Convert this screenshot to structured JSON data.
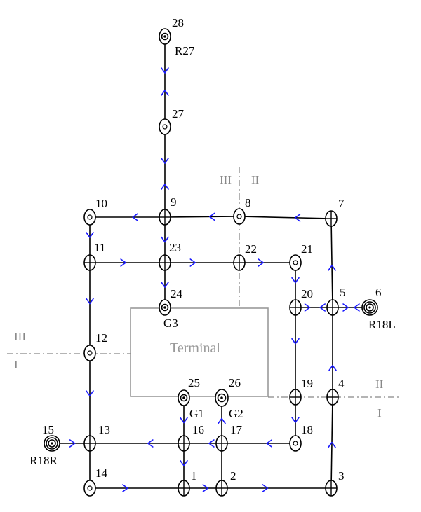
{
  "terminal": {
    "label": "Terminal"
  },
  "sectors": {
    "III_I_left_top": "III",
    "III_I_left_bottom": "I",
    "III_II_top_left": "III",
    "III_II_top_right": "II",
    "II_I_right_top": "II",
    "II_I_right_bottom": "I"
  },
  "nodes": [
    {
      "id": "1",
      "label": "1",
      "type": "junction"
    },
    {
      "id": "2",
      "label": "2",
      "type": "junction"
    },
    {
      "id": "3",
      "label": "3",
      "type": "junction"
    },
    {
      "id": "4",
      "label": "4",
      "type": "junction"
    },
    {
      "id": "5",
      "label": "5",
      "type": "junction"
    },
    {
      "id": "6",
      "label": "6",
      "type": "runway",
      "tag": "R18L"
    },
    {
      "id": "7",
      "label": "7",
      "type": "junction"
    },
    {
      "id": "8",
      "label": "8",
      "type": "stop"
    },
    {
      "id": "9",
      "label": "9",
      "type": "junction"
    },
    {
      "id": "10",
      "label": "10",
      "type": "stop"
    },
    {
      "id": "11",
      "label": "11",
      "type": "junction"
    },
    {
      "id": "12",
      "label": "12",
      "type": "stop"
    },
    {
      "id": "13",
      "label": "13",
      "type": "junction"
    },
    {
      "id": "14",
      "label": "14",
      "type": "stop"
    },
    {
      "id": "15",
      "label": "15",
      "type": "runway",
      "tag": "R18R"
    },
    {
      "id": "16",
      "label": "16",
      "type": "junction"
    },
    {
      "id": "17",
      "label": "17",
      "type": "junction"
    },
    {
      "id": "18",
      "label": "18",
      "type": "stop"
    },
    {
      "id": "19",
      "label": "19",
      "type": "junction"
    },
    {
      "id": "20",
      "label": "20",
      "type": "junction"
    },
    {
      "id": "21",
      "label": "21",
      "type": "stop"
    },
    {
      "id": "22",
      "label": "22",
      "type": "junction"
    },
    {
      "id": "23",
      "label": "23",
      "type": "junction"
    },
    {
      "id": "24",
      "label": "24",
      "type": "gate",
      "tag": "G3"
    },
    {
      "id": "25",
      "label": "25",
      "type": "gate",
      "tag": "G1"
    },
    {
      "id": "26",
      "label": "26",
      "type": "gate2",
      "tag": "G2"
    },
    {
      "id": "27",
      "label": "27",
      "type": "stop"
    },
    {
      "id": "28",
      "label": "28",
      "type": "gate",
      "tag": "R27"
    }
  ],
  "edges": [
    [
      "28",
      "27"
    ],
    [
      "27",
      "9"
    ],
    [
      "9",
      "23"
    ],
    [
      "23",
      "24"
    ],
    [
      "10",
      "9"
    ],
    [
      "9",
      "8"
    ],
    [
      "8",
      "7"
    ],
    [
      "7",
      "5"
    ],
    [
      "5",
      "4"
    ],
    [
      "4",
      "3"
    ],
    [
      "10",
      "11"
    ],
    [
      "11",
      "12"
    ],
    [
      "12",
      "13"
    ],
    [
      "13",
      "14"
    ],
    [
      "11",
      "23"
    ],
    [
      "23",
      "22"
    ],
    [
      "22",
      "21"
    ],
    [
      "21",
      "20"
    ],
    [
      "20",
      "19"
    ],
    [
      "19",
      "18"
    ],
    [
      "20",
      "5"
    ],
    [
      "5",
      "6"
    ],
    [
      "15",
      "13"
    ],
    [
      "13",
      "16"
    ],
    [
      "16",
      "17"
    ],
    [
      "17",
      "18"
    ],
    [
      "25",
      "16"
    ],
    [
      "16",
      "1"
    ],
    [
      "26",
      "17"
    ],
    [
      "17",
      "2"
    ],
    [
      "14",
      "1"
    ],
    [
      "1",
      "2"
    ],
    [
      "2",
      "3"
    ]
  ],
  "arrows": [
    {
      "edge": [
        "28",
        "27"
      ],
      "t": 0.38,
      "dir": "down"
    },
    {
      "edge": [
        "28",
        "27"
      ],
      "t": 0.62,
      "dir": "up"
    },
    {
      "edge": [
        "27",
        "9"
      ],
      "t": 0.38,
      "dir": "down"
    },
    {
      "edge": [
        "27",
        "9"
      ],
      "t": 0.66,
      "dir": "up"
    },
    {
      "edge": [
        "9",
        "23"
      ],
      "t": 0.5,
      "dir": "down"
    },
    {
      "edge": [
        "23",
        "24"
      ],
      "t": 0.5,
      "dir": "down"
    },
    {
      "edge": [
        "10",
        "9"
      ],
      "t": 0.6,
      "dir": "left"
    },
    {
      "edge": [
        "9",
        "8"
      ],
      "t": 0.63,
      "dir": "left"
    },
    {
      "edge": [
        "8",
        "7"
      ],
      "t": 0.63,
      "dir": "left"
    },
    {
      "edge": [
        "7",
        "5"
      ],
      "t": 0.55,
      "dir": "up"
    },
    {
      "edge": [
        "5",
        "4"
      ],
      "t": 0.67,
      "dir": "up"
    },
    {
      "edge": [
        "4",
        "3"
      ],
      "t": 0.52,
      "dir": "up"
    },
    {
      "edge": [
        "10",
        "11"
      ],
      "t": 0.4,
      "dir": "down"
    },
    {
      "edge": [
        "11",
        "12"
      ],
      "t": 0.43,
      "dir": "down"
    },
    {
      "edge": [
        "12",
        "13"
      ],
      "t": 0.45,
      "dir": "down"
    },
    {
      "edge": [
        "11",
        "23"
      ],
      "t": 0.45,
      "dir": "right"
    },
    {
      "edge": [
        "23",
        "22"
      ],
      "t": 0.38,
      "dir": "right"
    },
    {
      "edge": [
        "22",
        "21"
      ],
      "t": 0.39,
      "dir": "right"
    },
    {
      "edge": [
        "21",
        "20"
      ],
      "t": 0.4,
      "dir": "down"
    },
    {
      "edge": [
        "20",
        "19"
      ],
      "t": 0.38,
      "dir": "down"
    },
    {
      "edge": [
        "19",
        "18"
      ],
      "t": 0.5,
      "dir": "down"
    },
    {
      "edge": [
        "20",
        "5"
      ],
      "t": 0.33,
      "dir": "right"
    },
    {
      "edge": [
        "20",
        "5"
      ],
      "t": 0.72,
      "dir": "left"
    },
    {
      "edge": [
        "5",
        "6"
      ],
      "t": 0.36,
      "dir": "right"
    },
    {
      "edge": [
        "5",
        "6"
      ],
      "t": 0.64,
      "dir": "left"
    },
    {
      "edge": [
        "15",
        "13"
      ],
      "t": 0.55,
      "dir": "right"
    },
    {
      "edge": [
        "13",
        "16"
      ],
      "t": 0.64,
      "dir": "left"
    },
    {
      "edge": [
        "16",
        "17"
      ],
      "t": 0.72,
      "dir": "left"
    },
    {
      "edge": [
        "17",
        "18"
      ],
      "t": 0.64,
      "dir": "left"
    },
    {
      "edge": [
        "25",
        "16"
      ],
      "t": 0.5,
      "dir": "down"
    },
    {
      "edge": [
        "16",
        "1"
      ],
      "t": 0.45,
      "dir": "down"
    },
    {
      "edge": [
        "26",
        "17"
      ],
      "t": 0.5,
      "dir": "up"
    },
    {
      "edge": [
        "14",
        "1"
      ],
      "t": 0.38,
      "dir": "right"
    },
    {
      "edge": [
        "1",
        "2"
      ],
      "t": 0.58,
      "dir": "right"
    },
    {
      "edge": [
        "2",
        "3"
      ],
      "t": 0.4,
      "dir": "right"
    }
  ]
}
